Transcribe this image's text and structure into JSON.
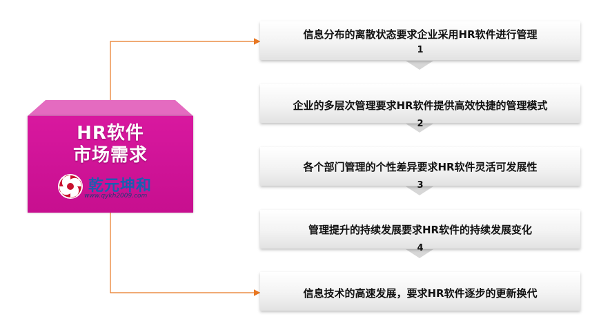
{
  "hr_box": {
    "title_line1": "HR软件",
    "title_line2": "市场需求",
    "logo_name": "乾元坤和",
    "logo_url": "www.qykh2009.com"
  },
  "steps": [
    {
      "text": "信息分布的离散状态要求企业采用HR软件进行管理",
      "number": "1"
    },
    {
      "text": "企业的多层次管理要求HR软件提供高效快捷的管理模式",
      "number": "2"
    },
    {
      "text": "各个部门管理的个性差异要求HR软件灵活可发展性",
      "number": "3"
    },
    {
      "text": "管理提升的持续发展要求HR软件的持续发展变化",
      "number": "4"
    },
    {
      "text": "信息技术的高速发展，要求HR软件逐步的更新换代",
      "number": ""
    }
  ],
  "colors": {
    "box_magenta": "#cc1393",
    "connector_orange": "#e87722",
    "arrow_gray": "#999999"
  }
}
